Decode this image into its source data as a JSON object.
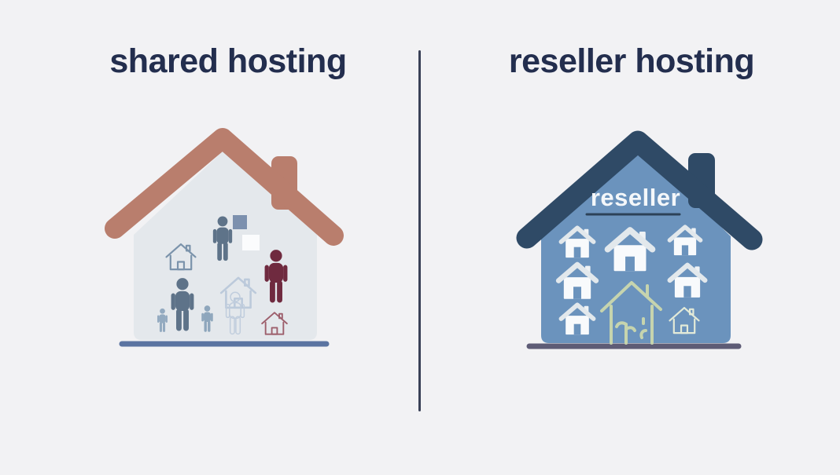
{
  "page": {
    "background_color": "#f2f2f4",
    "divider_color": "#3a4157"
  },
  "left_panel": {
    "title": "shared hosting",
    "title_color": "#232e4e",
    "house": {
      "type": "shared-hosting-house",
      "roof_color": "#b97e6d",
      "wall_color": "#e4e8ec",
      "baseline_color": "#5b74a1",
      "occupants": [
        {
          "icon": "small-house-outline-icon",
          "color": "#7b93ab"
        },
        {
          "icon": "person-icon",
          "color": "#5e7389",
          "size": "adult"
        },
        {
          "icon": "square-icon",
          "color": "#7c90ae"
        },
        {
          "icon": "square-icon",
          "color": "#fbfcfd"
        },
        {
          "icon": "person-icon",
          "color": "#5e7389",
          "size": "adult"
        },
        {
          "icon": "person-icon",
          "color": "#93aac0",
          "size": "child"
        },
        {
          "icon": "person-icon",
          "color": "#8ea6bc",
          "size": "child"
        },
        {
          "icon": "ghost-house-outline-icon",
          "color": "#bccadb"
        },
        {
          "icon": "ghost-person-outline-icon",
          "color": "#c0cddd"
        },
        {
          "icon": "person-icon",
          "color": "#6f2a3f",
          "size": "adult"
        },
        {
          "icon": "small-house-outline-icon",
          "color": "#9d5f6c"
        }
      ]
    }
  },
  "right_panel": {
    "title": "reseller hosting",
    "title_color": "#232e4e",
    "house": {
      "type": "reseller-hosting-house",
      "roof_color": "#2f4a66",
      "wall_color": "#6b93bd",
      "baseline_color": "#5e5c76",
      "label": "reseller",
      "label_color": "#f4f7fa",
      "label_underline_color": "#2c4258",
      "client_houses": [
        {
          "icon": "house-solid-icon",
          "style": "solid-white",
          "size": "small"
        },
        {
          "icon": "house-solid-icon",
          "style": "solid-white",
          "size": "large"
        },
        {
          "icon": "house-solid-icon",
          "style": "solid-white",
          "size": "small"
        },
        {
          "icon": "house-solid-icon",
          "style": "solid-white",
          "size": "medium"
        },
        {
          "icon": "house-solid-icon",
          "style": "solid-white",
          "size": "medium"
        },
        {
          "icon": "house-solid-icon",
          "style": "solid-white",
          "size": "small"
        },
        {
          "icon": "house-outline-icon",
          "style": "sage-outline",
          "color": "#c6d4ae"
        },
        {
          "icon": "house-outline-icon",
          "style": "white-outline",
          "color": "#e3ead8"
        }
      ]
    }
  }
}
